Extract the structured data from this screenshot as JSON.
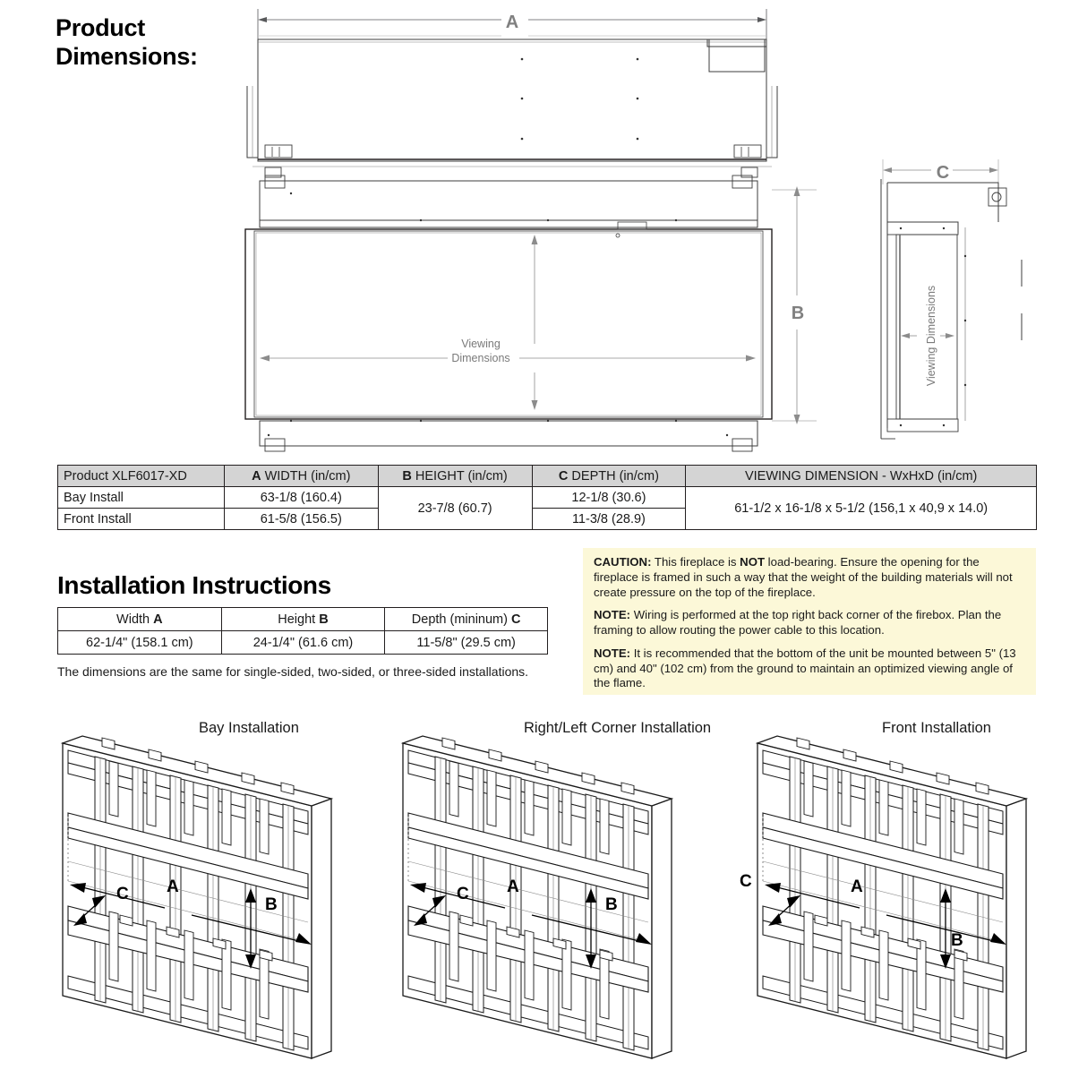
{
  "headings": {
    "product_dimensions": "Product\nDimensions:",
    "product_dimensions_line1": "Product",
    "product_dimensions_line2": "Dimensions:",
    "installation_instructions": "Installation Instructions"
  },
  "drawing_labels": {
    "a": "A",
    "b": "B",
    "c": "C",
    "viewing_dimensions_front_line1": "Viewing",
    "viewing_dimensions_front_line2": "Dimensions",
    "viewing_dimensions_side": "Viewing Dimensions"
  },
  "spec_table": {
    "headers": [
      "Product XLF6017-XD",
      {
        "bold": "A",
        "rest": " WIDTH (in/cm)"
      },
      {
        "bold": "B",
        "rest": " HEIGHT (in/cm)"
      },
      {
        "bold": "C",
        "rest": " DEPTH (in/cm)"
      },
      "VIEWING DIMENSION - WxHxD (in/cm)"
    ],
    "header_product": "Product XLF6017-XD",
    "header_width_letter": "A",
    "header_width_text": " WIDTH (in/cm)",
    "header_height_letter": "B",
    "header_height_text": " HEIGHT (in/cm)",
    "header_depth_letter": "C",
    "header_depth_text": " DEPTH (in/cm)",
    "header_viewing": "VIEWING DIMENSION - WxHxD (in/cm)",
    "rows": [
      {
        "label": "Bay Install",
        "width": "63-1/8 (160.4)",
        "depth": "12-1/8 (30.6)"
      },
      {
        "label": "Front Install",
        "width": "61-5/8 (156.5)",
        "depth": "11-3/8 (28.9)"
      }
    ],
    "row1_label": "Bay Install",
    "row1_width": "63-1/8 (160.4)",
    "row1_depth": "12-1/8 (30.6)",
    "row2_label": "Front Install",
    "row2_width": "61-5/8 (156.5)",
    "row2_depth": "11-3/8 (28.9)",
    "height_merged": "23-7/8 (60.7)",
    "viewing_merged": "61-1/2 x 16-1/8 x 5-1/2 (156,1 x 40,9 x 14.0)"
  },
  "install_table": {
    "header_width_text": "Width ",
    "header_width_letter": "A",
    "header_height_text": "Height ",
    "header_height_letter": "B",
    "header_depth_text": "Depth (mininum) ",
    "header_depth_letter": "C",
    "value_width": "62-1/4\" (158.1 cm)",
    "value_height": "24-1/4\" (61.6 cm)",
    "value_depth": "11-5/8\" (29.5 cm)",
    "footnote": "The dimensions are the same for single-sided, two-sided, or three-sided installations."
  },
  "caution_panel": {
    "background_color": "#fcf8d8",
    "caution_label": "CAUTION:",
    "caution_text_1": " This fireplace is ",
    "caution_not": "NOT",
    "caution_text_2": " load-bearing. Ensure the opening for the fireplace is framed in such a way that the weight of the building materials will not create pressure on the top of the fireplace.",
    "note1_label": "NOTE:",
    "note1_text": " Wiring is performed at the top right back corner of the firebox. Plan the framing to allow routing the power cable to this location.",
    "note2_label": "NOTE:",
    "note2_text": " It is recommended that the bottom of the unit be mounted between 5\" (13 cm) and 40\" (102 cm) from the ground to maintain an optimized viewing angle of the flame."
  },
  "framing_diagrams": [
    {
      "caption": "Bay Installation",
      "labels": {
        "a": "A",
        "b": "B",
        "c": "C"
      }
    },
    {
      "caption": "Right/Left Corner Installation",
      "labels": {
        "a": "A",
        "b": "B",
        "c": "C"
      }
    },
    {
      "caption": "Front Installation",
      "labels": {
        "a": "A",
        "b": "B",
        "c": "C"
      }
    }
  ],
  "frame_captions": {
    "bay": "Bay Installation",
    "corner": "Right/Left Corner Installation",
    "front": "Front Installation"
  },
  "frame_labels": {
    "a": "A",
    "b": "B",
    "c": "C"
  },
  "colors": {
    "dimension_label": "#808080",
    "table_header_bg": "#d4d4d4",
    "caution_bg": "#fcf8d8",
    "line": "#231f20"
  }
}
